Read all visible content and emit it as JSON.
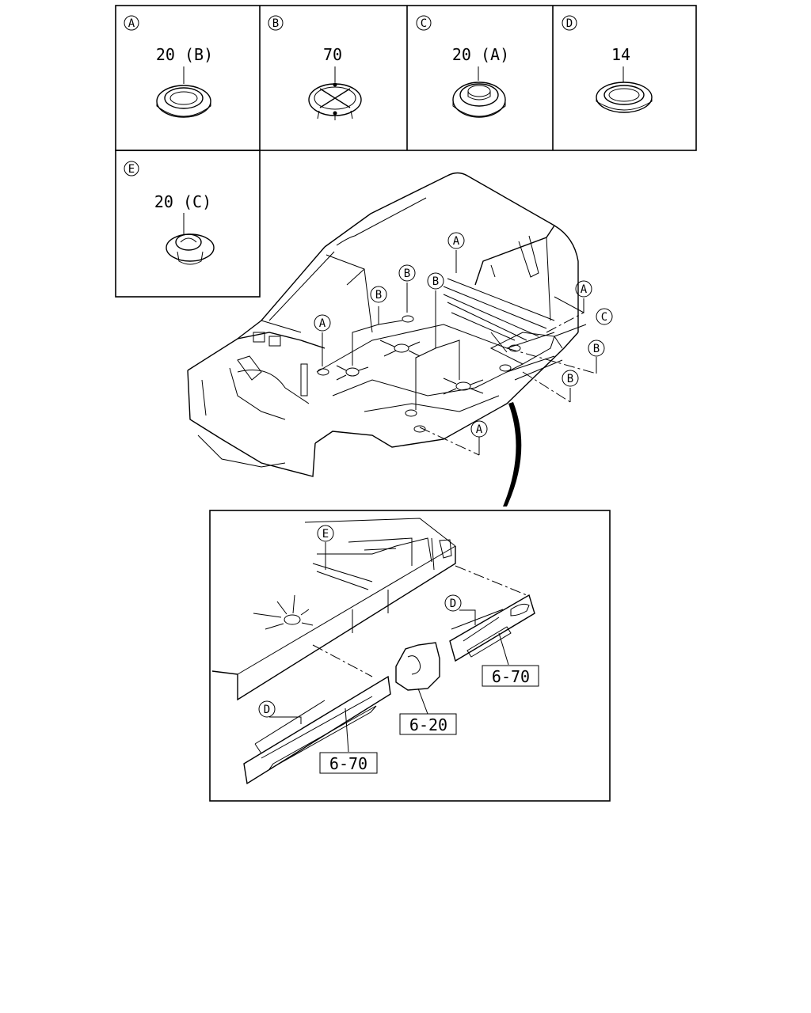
{
  "legend_boxes": [
    {
      "letter": "A",
      "part": "20 (B)"
    },
    {
      "letter": "B",
      "part": "70"
    },
    {
      "letter": "C",
      "part": "20 (A)"
    },
    {
      "letter": "D",
      "part": "14"
    },
    {
      "letter": "E",
      "part": "20 (C)"
    }
  ],
  "main_callouts": [
    "A",
    "A",
    "A",
    "A",
    "B",
    "B",
    "B",
    "B",
    "B",
    "C"
  ],
  "detail_callouts": [
    "E",
    "D",
    "D"
  ],
  "references": [
    "6-70",
    "6-20",
    "6-70"
  ]
}
